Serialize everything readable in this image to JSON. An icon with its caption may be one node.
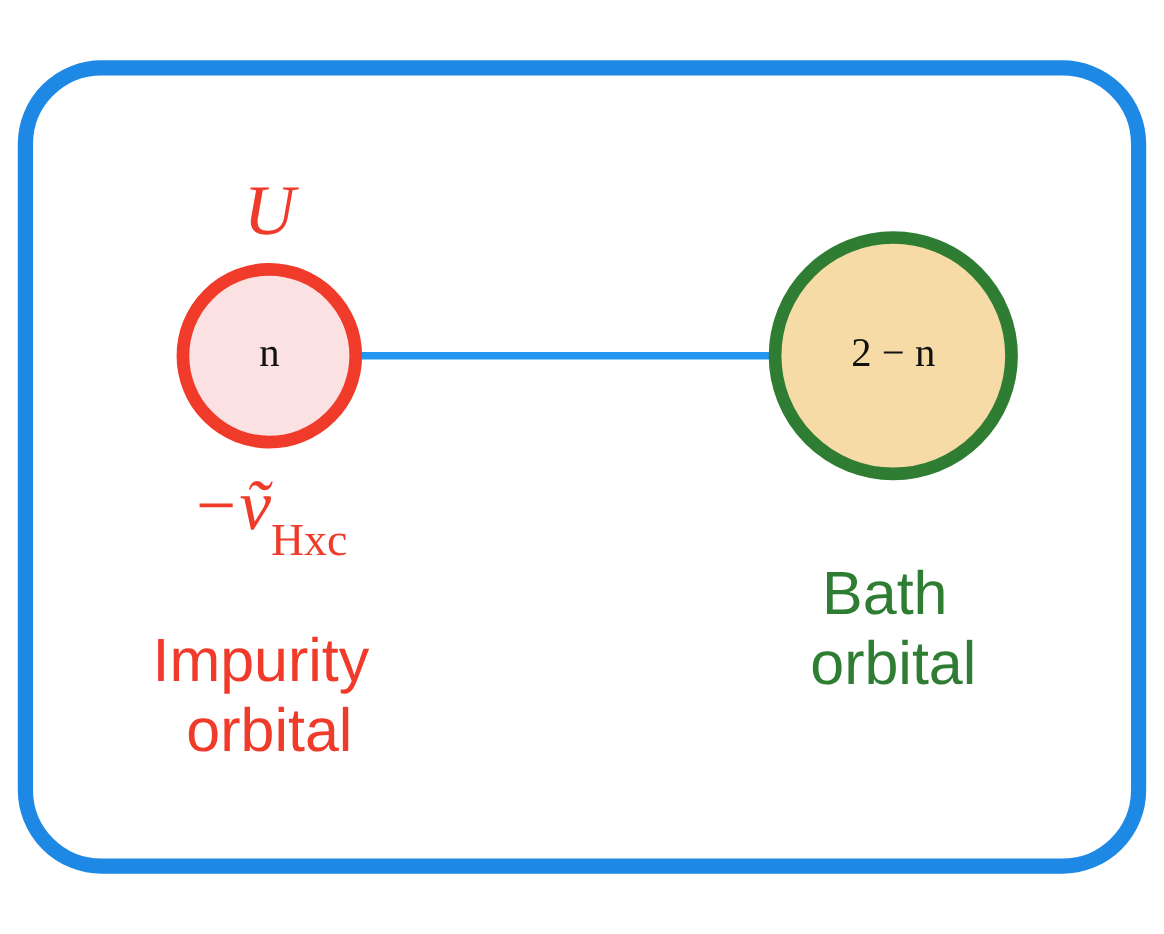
{
  "diagram": {
    "nodes": [
      {
        "text": [],
        "shape": "box"
      },
      {
        "text": [
          "n"
        ],
        "beside": [
          "U",
          "−ṽ$_{Hxc}$",
          "Impurity orbital"
        ],
        "in": 0
      },
      {
        "text": [
          "2 − n"
        ],
        "beside": [
          "Bath orbital"
        ],
        "in": 0
      }
    ],
    "edges": [
      {
        "from": 1,
        "to": 2,
        "arrow": "none",
        "color": "#2196f3"
      }
    ]
  }
}
